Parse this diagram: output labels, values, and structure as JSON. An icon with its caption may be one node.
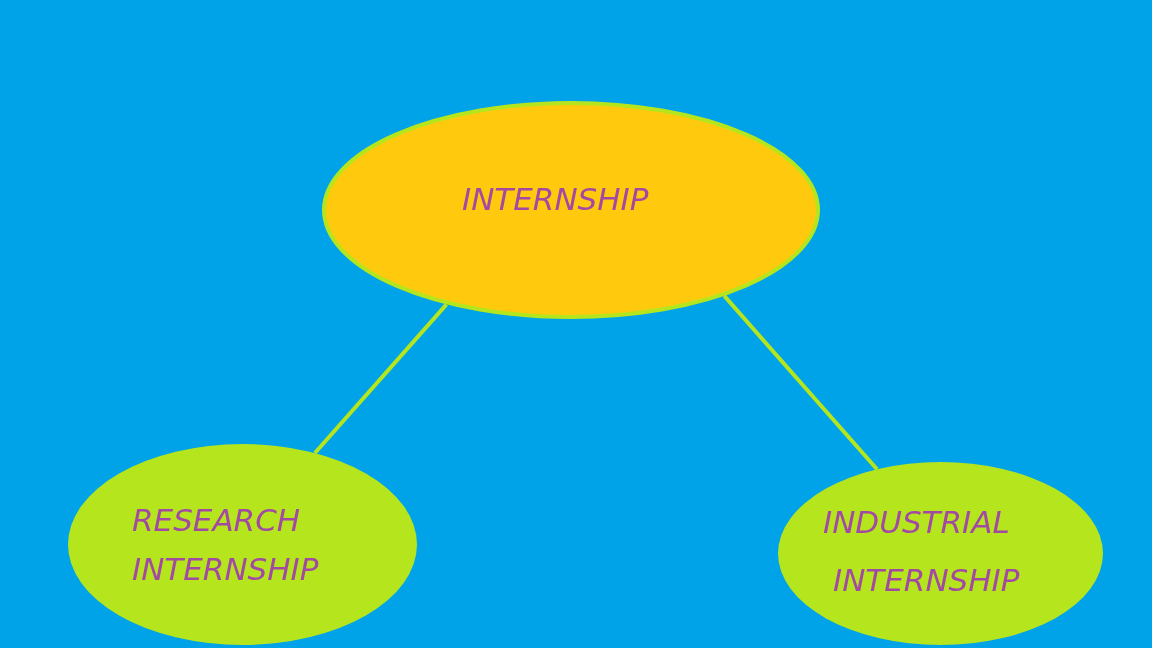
{
  "diagram": {
    "nodes": [
      {
        "text": [
          "INTERNSHIP"
        ]
      },
      {
        "text": [
          "RESEARCH INTERNSHIP"
        ]
      },
      {
        "text": [
          "INDUSTRIAL INTERNSHIP"
        ]
      }
    ],
    "edges": [
      {
        "from": 0,
        "to": 1,
        "arrow": "none"
      },
      {
        "from": 0,
        "to": 2,
        "arrow": "none"
      }
    ]
  }
}
